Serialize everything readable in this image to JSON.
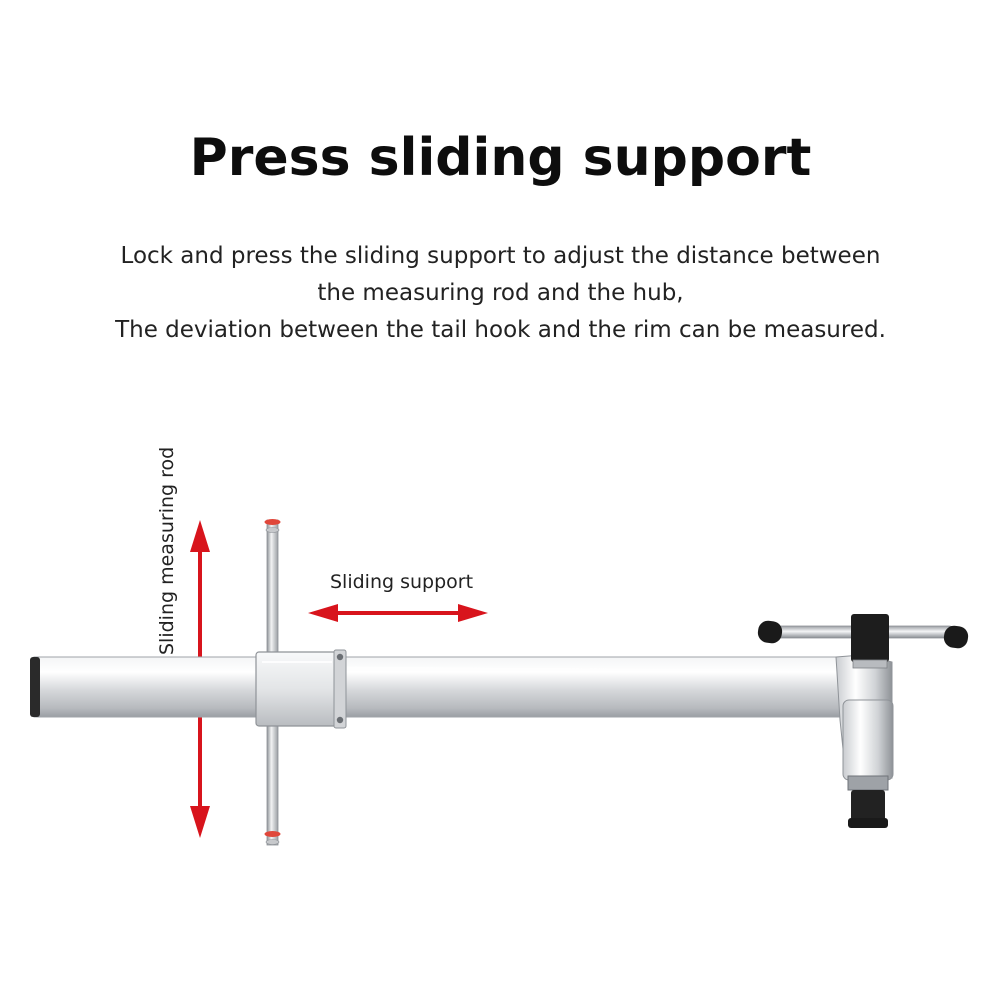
{
  "header": {
    "title": "Press sliding support"
  },
  "description": {
    "lines": [
      "Lock and press the sliding support to adjust the distance between",
      "the measuring rod and the hub,",
      "The deviation between the tail hook and the rim can be measured."
    ]
  },
  "annotations": {
    "sliding_support_label": "Sliding support",
    "sliding_measuring_rod_label": "Sliding measuring rod"
  },
  "colors": {
    "arrow": "#d8141c",
    "metal": "#d9dbde",
    "knob": "#1a1a1a",
    "ring": "#e0473a"
  }
}
